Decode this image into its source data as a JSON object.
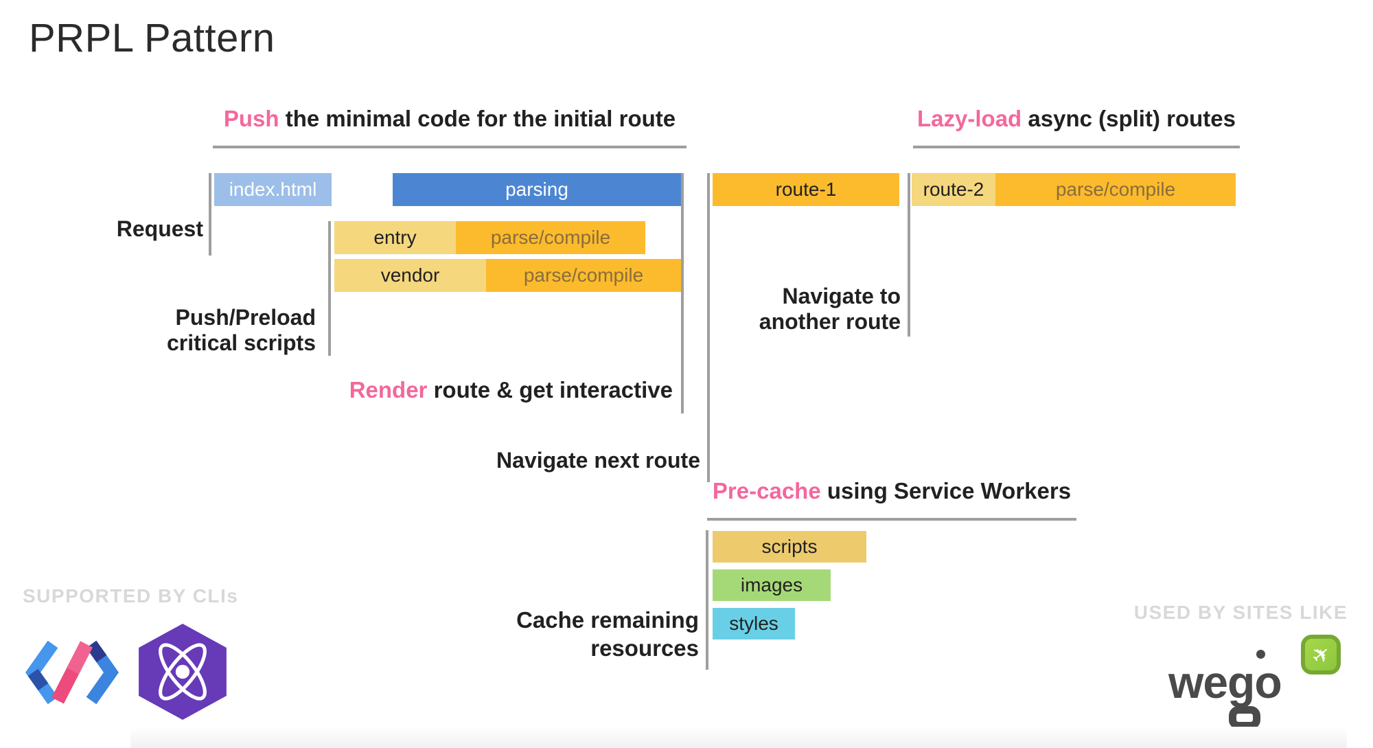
{
  "slide": {
    "title": "PRPL Pattern"
  },
  "headings": {
    "push": {
      "highlight": "Push",
      "rest": " the minimal code for the initial route"
    },
    "lazy_load": {
      "highlight": "Lazy-load",
      "rest": " async (split) routes"
    },
    "render": {
      "highlight": "Render",
      "rest": " route & get interactive"
    },
    "pre_cache": {
      "highlight": "Pre-cache",
      "rest": " using Service Workers"
    }
  },
  "labels": {
    "request": "Request",
    "push_preload_line1": "Push/Preload",
    "push_preload_line2": "critical scripts",
    "navigate_next": "Navigate next route",
    "navigate_another_line1": "Navigate to",
    "navigate_another_line2": "another route",
    "cache_line1": "Cache remaining",
    "cache_line2": "resources"
  },
  "bars": {
    "index_html": "index.html",
    "parsing": "parsing",
    "route1": "route-1",
    "route2": "route-2",
    "route2_parse": "parse/compile",
    "entry": "entry",
    "entry_parse": "parse/compile",
    "vendor": "vendor",
    "vendor_parse": "parse/compile",
    "scripts": "scripts",
    "images": "images",
    "styles": "styles"
  },
  "footer": {
    "supported_by": "SUPPORTED BY CLIs",
    "used_by": "USED BY SITES LIKE",
    "wego": "wego",
    "logos": [
      "polymer-logo",
      "preact-logo",
      "wego-logo"
    ]
  },
  "colors": {
    "accent_pink": "#F4679D",
    "bar_light_blue": "#9CBEE9",
    "bar_blue": "#4C86D3",
    "bar_amber": "#FCBB2D",
    "bar_tan": "#F5D77E",
    "bar_yellow": "#EDCB6D",
    "bar_green": "#A5D977",
    "bar_cyan": "#69CFE6",
    "line_gray": "#9E9E9E",
    "parse_text": "#8A6D3B",
    "watermark_gray": "#D8D8D8",
    "preact_purple": "#673AB8",
    "wego_green": "#8DC63F",
    "text_dark": "#212121"
  }
}
